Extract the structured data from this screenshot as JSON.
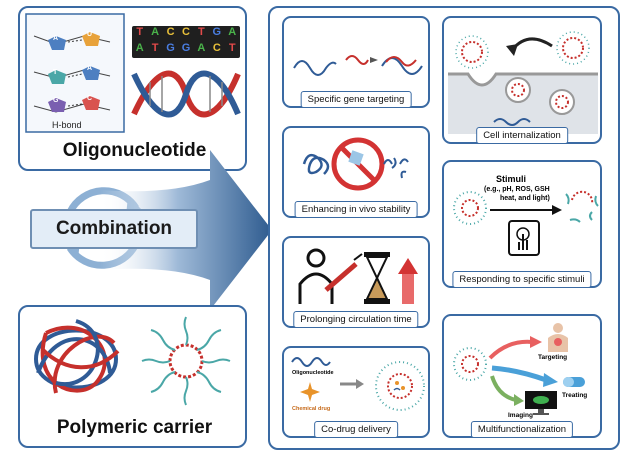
{
  "left": {
    "oligo_title": "Oligonucleotide",
    "hbond_label": "H-bond",
    "combination_label": "Combination",
    "carrier_title": "Polymeric carrier",
    "bases_top": [
      "T",
      "A",
      "C",
      "C",
      "T",
      "G",
      "A"
    ],
    "bases_bottom": [
      "A",
      "T",
      "G",
      "G",
      "A",
      "C",
      "T"
    ],
    "strand_letters": [
      "A",
      "U",
      "T",
      "A",
      "G",
      "C"
    ]
  },
  "cards": {
    "gene_targeting": "Specific gene targeting",
    "cell_internalization": "Cell internalization",
    "stability": "Enhancing in vivo stability",
    "stimuli": "Responding to specific stimuli",
    "circulation": "Prolonging circulation time",
    "codrug": "Co-drug delivery",
    "multifunctional": "Multifunctionalization"
  },
  "stimuli_panel": {
    "title": "Stimuli",
    "line1": "(e.g., pH, ROS, GSH",
    "line2": "heat, and light)"
  },
  "codrug_panel": {
    "oligo": "Oligonucleotide",
    "chem": "Chemical drug"
  },
  "multi_panel": {
    "targeting": "Targeting",
    "imaging": "Imaging",
    "treating": "Treating"
  },
  "colors": {
    "border": "#3a6aa3",
    "arrow": "#3d6b9e",
    "red": "#d33333",
    "blue": "#2f5b96"
  }
}
